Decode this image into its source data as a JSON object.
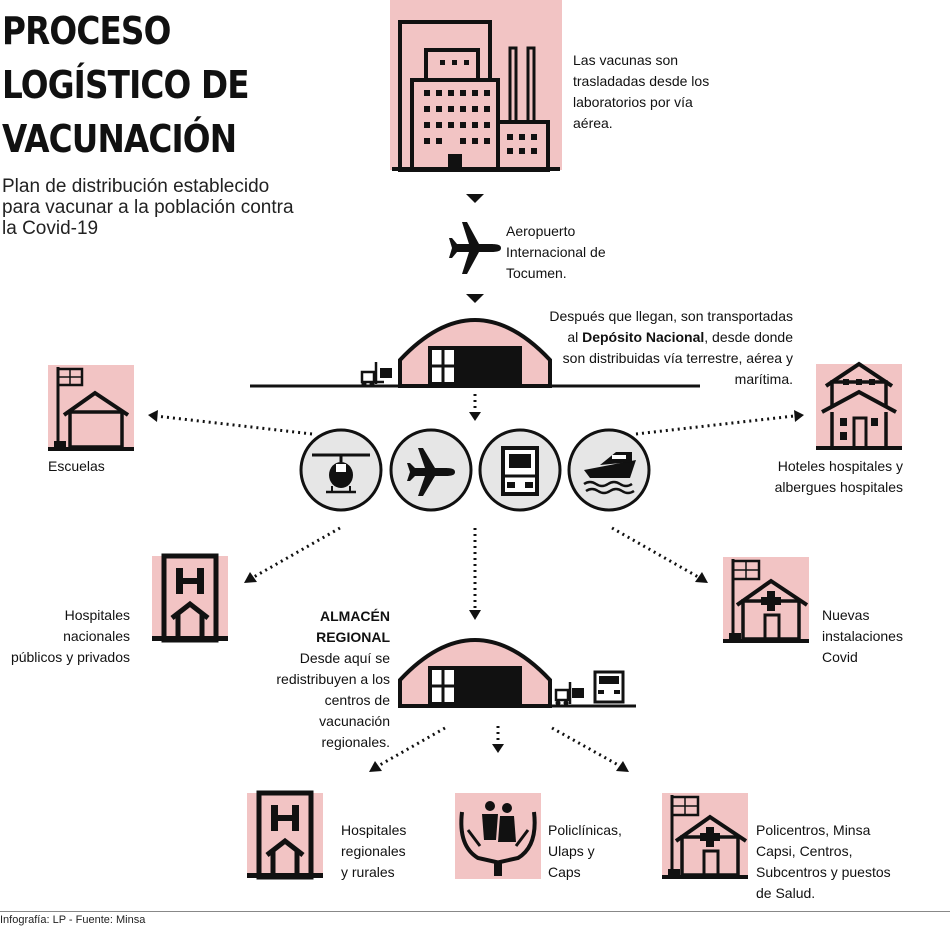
{
  "title_lines": [
    "PROCESO",
    "LOGÍSTICO DE",
    "VACUNACIÓN"
  ],
  "subtitle": "Plan de distribución establecido para vacunar a la población contra la Covid-19",
  "steps": {
    "factory": "Las vacunas son trasladadas desde los laboratorios por vía aérea.",
    "airport": "Aeropuerto Internacional de Tocumen.",
    "deposit_pre": "Después que llegan, son transportadas al ",
    "deposit_bold": "Depósito Nacional",
    "deposit_post": ", desde donde son distribuidas vía terrestre, aérea y marítima."
  },
  "destinations": {
    "schools": "Escuelas",
    "hotels": "Hoteles hospitales y albergues hospitales",
    "national_hospitals": "Hospitales nacionales públicos y privados",
    "new_covid": "Nuevas instalaciones Covid"
  },
  "regional": {
    "heading": "ALMACÉN REGIONAL",
    "text": "Desde aquí se redistribuyen a los centros de vacunación regionales."
  },
  "final": {
    "regional_hospitals": "Hospitales regionales y rurales",
    "polyclinics": "Policlínicas, Ulaps y Caps",
    "health_centers": "Policentros, Minsa Capsi, Centros, Subcentros y puestos de Salud."
  },
  "transport_icons": [
    "helicopter-icon",
    "airplane-icon",
    "truck-icon",
    "ship-icon"
  ],
  "footer": "Infografía: LP - Fuente: Minsa",
  "colors": {
    "pink": "#f2c4c4",
    "ink": "#111111",
    "circle": "#e6e6e6"
  }
}
